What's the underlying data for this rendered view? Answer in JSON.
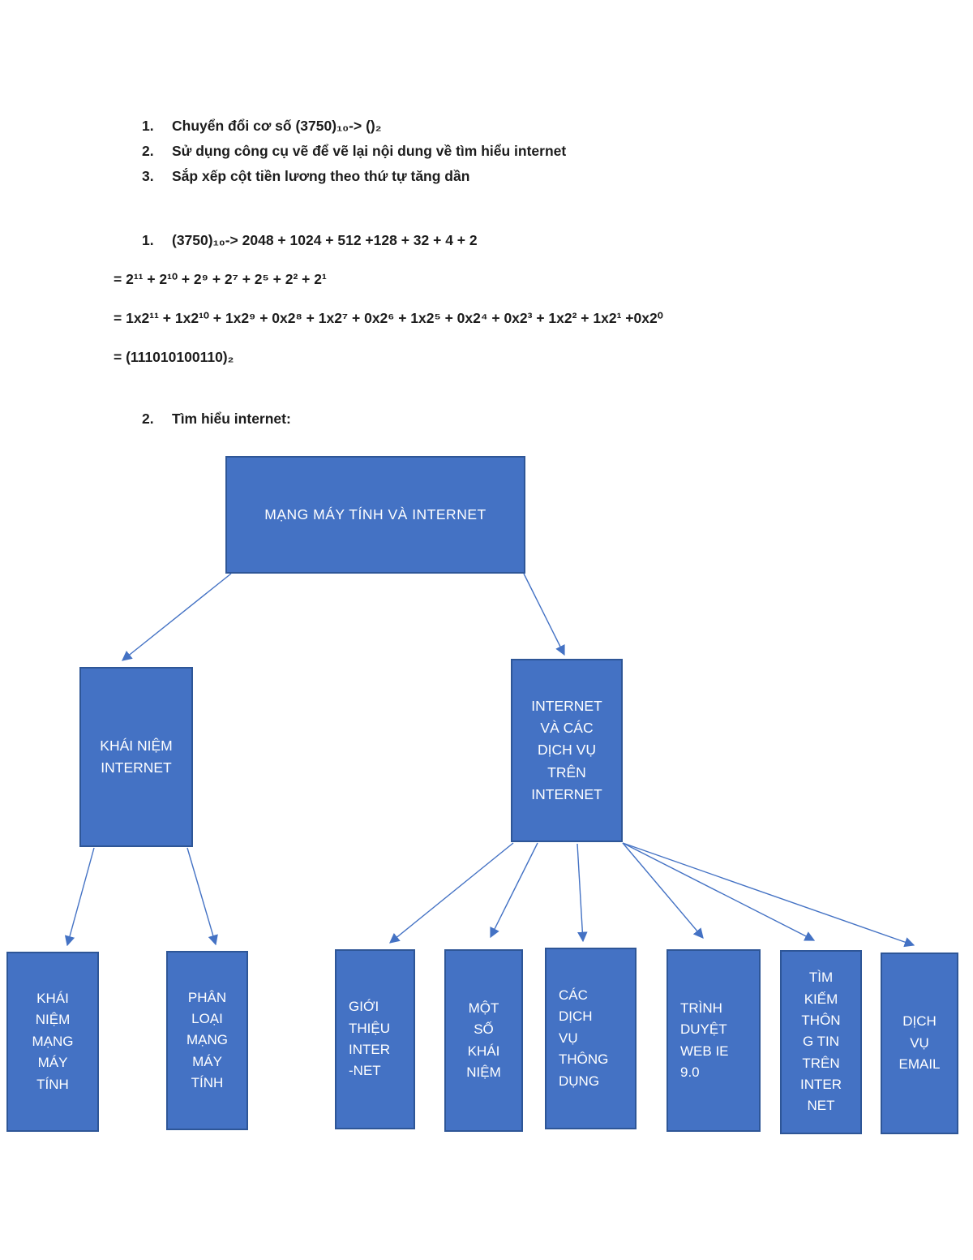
{
  "tasks": [
    {
      "num": "1.",
      "text": "Chuyển đổi cơ số (3750)₁₀-> ()₂"
    },
    {
      "num": "2.",
      "text": "Sử dụng công cụ vẽ để vẽ lại nội dung về tìm hiểu internet"
    },
    {
      "num": "3.",
      "text": "Sắp xếp cột tiền lương theo thứ tự tăng dần"
    }
  ],
  "solution": {
    "num": "1.",
    "line1": "(3750)₁₀-> 2048 + 1024 + 512 +128 + 32 + 4 + 2",
    "line2": "= 2¹¹ + 2¹⁰ + 2⁹ + 2⁷ + 2⁵ + 2² + 2¹",
    "line3": "= 1x2¹¹ + 1x2¹⁰ + 1x2⁹ + 0x2⁸ + 1x2⁷ + 0x2⁶ + 1x2⁵ + 0x2⁴ + 0x2³ + 1x2² + 1x2¹ +0x2⁰",
    "line4": "= (111010100110)₂"
  },
  "section2": {
    "num": "2.",
    "title": "Tìm hiểu internet:"
  },
  "diagram": {
    "colors": {
      "fill": "#4472C4",
      "border": "#2E5697",
      "arrow": "#4472C4",
      "boxtext": "#FFFFFF"
    },
    "root": "MẠNG MÁY TÍNH VÀ INTERNET",
    "level2_left": "KHÁI NIỆM\nINTERNET",
    "level2_right": "INTERNET\nVÀ CÁC\nDỊCH VỤ\nTRÊN\nINTERNET",
    "leaves": [
      {
        "label": "KHÁI\nNIỆM\nMẠNG\nMÁY\nTÍNH"
      },
      {
        "label": "PHÂN\nLOẠI\nMẠNG\nMÁY\nTÍNH"
      },
      {
        "label": "GIỚI\nTHIỆU\nINTER\n-NET"
      },
      {
        "label": "MỘT\nSỐ\nKHÁI\nNIỆM"
      },
      {
        "label": "CÁC\nDỊCH\nVỤ\nTHÔNG\nDỤNG"
      },
      {
        "label": "TRÌNH\nDUYỆT\nWEB IE\n9.0"
      },
      {
        "label": "TÌM\nKIẾM\nTHÔN\nG TIN\nTRÊN\nINTER\nNET"
      },
      {
        "label": "DỊCH\nVỤ\nEMAIL"
      }
    ]
  }
}
